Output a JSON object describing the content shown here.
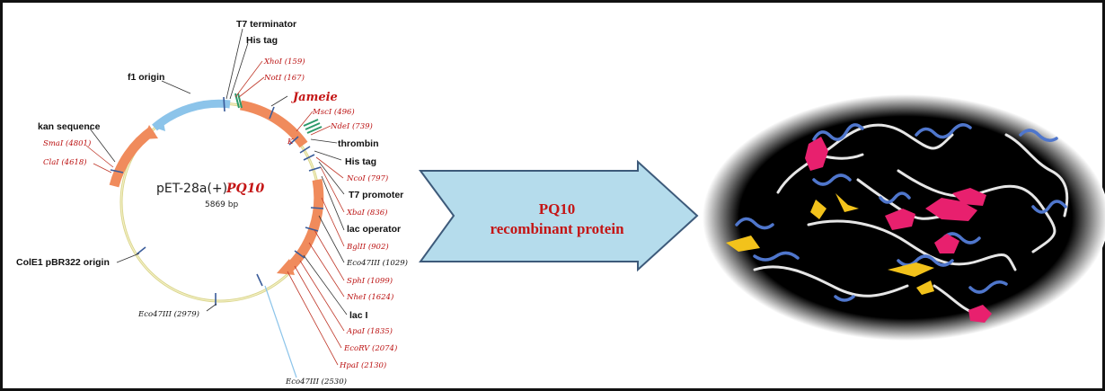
{
  "plasmid": {
    "name": "pET-28a(+)-",
    "insert": "PQ10",
    "size": "5869 bp",
    "features": {
      "t7_terminator": "T7 terminator",
      "his_tag_top": "His tag",
      "f1_origin": "f1 origin",
      "kan_sequence": "kan sequence",
      "thrombin": "thrombin",
      "his_tag_mid": "His tag",
      "t7_promoter": "T7 promoter",
      "lac_operator": "lac operator",
      "lac_i": "lac I",
      "cole1": "ColE1 pBR322 origin"
    },
    "insert_label": "Jameie",
    "sites": {
      "xhoi": "XhoI (159)",
      "noti": "NotI (167)",
      "msci": "MscI (496)",
      "ndei": "NdeI (739)",
      "k": "K",
      "ncoi": "NcoI (797)",
      "xbai": "XbaI (836)",
      "bglii": "BglII (902)",
      "eco1029": "Eco47III (1029)",
      "sphi": "SphI (1099)",
      "nhei": "NheI (1624)",
      "apai": "ApaI (1835)",
      "ecorv": "EcoRV (2074)",
      "hpai": "HpaI (2130)",
      "eco2530": "Eco47III (2530)",
      "eco2979": "Eco47III (2979)",
      "smai": "SmaI (4801)",
      "clai": "ClaI (4618)"
    },
    "colors": {
      "backbone": "#e8e4a4",
      "orf": "#f08b5c",
      "f1": "#8cc4ea",
      "site_line": "#c0392b",
      "site_tick": "#3a5c9a"
    }
  },
  "arrow": {
    "line1": "PQ10",
    "line2": "recombinant protein",
    "fill": "#b5dcec",
    "stroke": "#3d5a7a"
  },
  "protein": {
    "background": "#000000",
    "helix_color": "#e8206e",
    "sheet_color": "#f2c21b",
    "coil_color": "#4f76cc",
    "loop_color": "#e6e6e6"
  }
}
